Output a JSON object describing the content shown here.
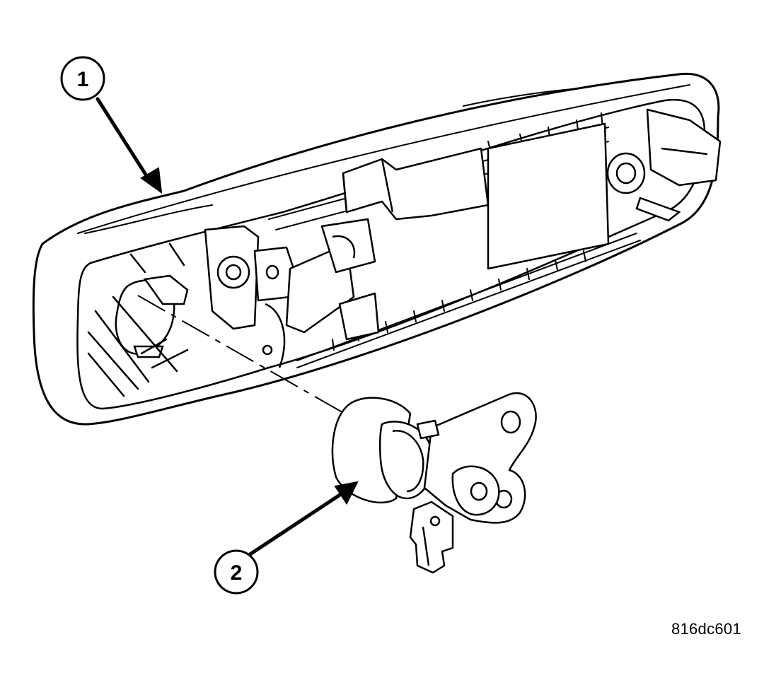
{
  "callouts": [
    {
      "label": "1"
    },
    {
      "label": "2"
    }
  ],
  "figure_id": "816dc601",
  "colors": {
    "ink": "#000000",
    "paper": "#ffffff"
  }
}
